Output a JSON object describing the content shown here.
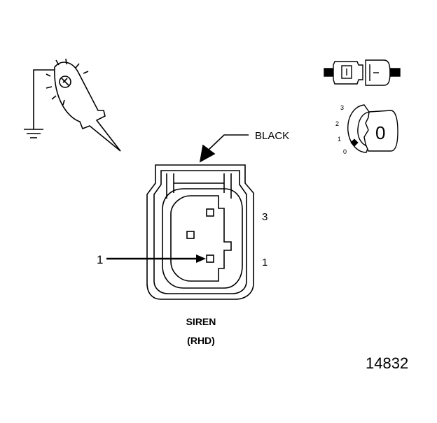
{
  "diagram": {
    "wire_color_label": "BLACK",
    "pin_label_3": "3",
    "pin_label_1": "1",
    "callout_pin_label": "1",
    "connector_name": "SIREN",
    "connector_variant": "(RHD)",
    "figure_number": "14832",
    "position_labels": [
      "3",
      "2",
      "1",
      "0"
    ],
    "key_symbol": "0",
    "test_light_icon": "test-light-probe-icon",
    "connector_icon": "inline-connector-icon",
    "ignition_key_icon": "ignition-key-position-icon"
  }
}
